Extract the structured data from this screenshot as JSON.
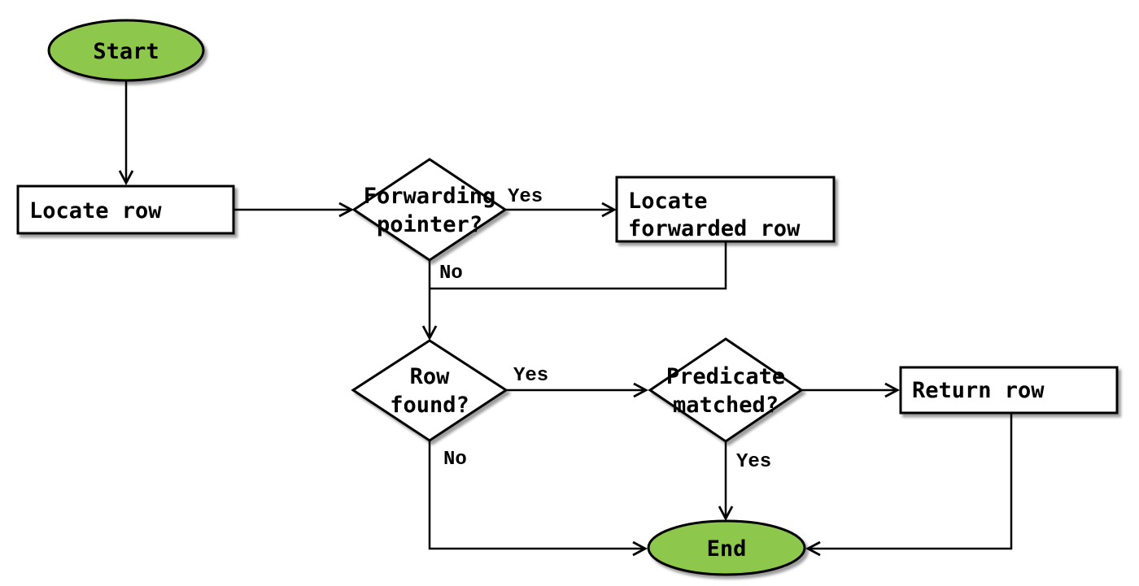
{
  "diagram": {
    "title": "row-lookup-flowchart",
    "colors": {
      "terminal_fill": "#8DC74B",
      "process_fill": "#FFFFFF",
      "line": "#000000"
    },
    "nodes": {
      "start": {
        "label": "Start",
        "type": "terminal"
      },
      "locate_row": {
        "label": "Locate row",
        "type": "process"
      },
      "forwarding_pointer": {
        "line1": "Forwarding",
        "line2": "pointer?",
        "type": "decision"
      },
      "locate_forwarded_row": {
        "line1": "Locate",
        "line2": "forwarded row",
        "type": "process"
      },
      "row_found": {
        "line1": "Row",
        "line2": "found?",
        "type": "decision"
      },
      "predicate_matched": {
        "line1": "Predicate",
        "line2": "matched?",
        "type": "decision"
      },
      "return_row": {
        "label": "Return row",
        "type": "process"
      },
      "end": {
        "label": "End",
        "type": "terminal"
      }
    },
    "edge_labels": {
      "forwarding_yes": "Yes",
      "forwarding_no": "No",
      "row_found_yes": "Yes",
      "row_found_no": "No",
      "predicate_yes": "Yes"
    }
  }
}
